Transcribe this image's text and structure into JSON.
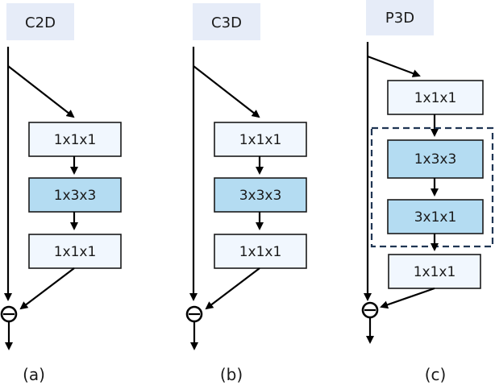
{
  "panels": [
    {
      "title": "C2D",
      "caption": "(a)",
      "blocks": [
        {
          "label": "1x1x1",
          "highlight": false
        },
        {
          "label": "1x3x3",
          "highlight": true
        },
        {
          "label": "1x1x1",
          "highlight": false
        }
      ]
    },
    {
      "title": "C3D",
      "caption": "(b)",
      "blocks": [
        {
          "label": "1x1x1",
          "highlight": false
        },
        {
          "label": "3x3x3",
          "highlight": true
        },
        {
          "label": "1x1x1",
          "highlight": false
        }
      ]
    },
    {
      "title": "P3D",
      "caption": "(c)",
      "blocks": [
        {
          "label": "1x1x1",
          "highlight": false
        },
        {
          "label": "1x3x3",
          "highlight": true
        },
        {
          "label": "3x1x1",
          "highlight": true
        },
        {
          "label": "1x1x1",
          "highlight": false
        }
      ]
    }
  ],
  "colors": {
    "title_bg": "#e6ecf8",
    "block_light": "#f1f7fe",
    "block_highlight": "#b4dcf2",
    "dashed_group": "#1f3553"
  }
}
